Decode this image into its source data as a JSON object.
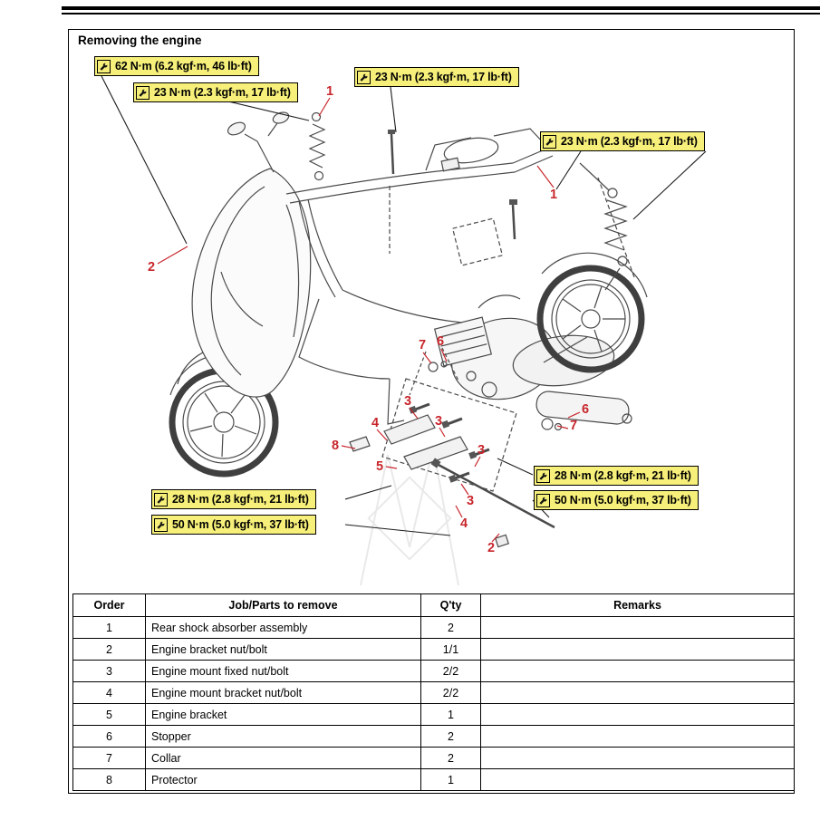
{
  "page": {
    "title": "Removing the engine"
  },
  "icons": {
    "torque": "wrench-icon"
  },
  "callouts": [
    "62 N·m (6.2 kgf·m, 46 lb·ft)",
    "23 N·m (2.3 kgf·m, 17 lb·ft)",
    "23 N·m (2.3 kgf·m, 17 lb·ft)",
    "23 N·m (2.3 kgf·m, 17 lb·ft)",
    "28 N·m (2.8 kgf·m, 21 lb·ft)",
    "50 N·m (5.0 kgf·m, 37 lb·ft)",
    "28 N·m (2.8 kgf·m, 21 lb·ft)",
    "50 N·m (5.0 kgf·m, 37 lb·ft)"
  ],
  "labels": [
    "1",
    "2",
    "1",
    "7",
    "6",
    "3",
    "4",
    "3",
    "8",
    "3",
    "5",
    "6",
    "7",
    "3",
    "4",
    "2"
  ],
  "table": {
    "headers": [
      "Order",
      "Job/Parts to remove",
      "Q'ty",
      "Remarks"
    ],
    "rows": [
      {
        "order": "1",
        "job": "Rear shock absorber assembly",
        "qty": "2",
        "remarks": ""
      },
      {
        "order": "2",
        "job": "Engine bracket nut/bolt",
        "qty": "1/1",
        "remarks": ""
      },
      {
        "order": "3",
        "job": "Engine mount fixed nut/bolt",
        "qty": "2/2",
        "remarks": ""
      },
      {
        "order": "4",
        "job": "Engine mount bracket nut/bolt",
        "qty": "2/2",
        "remarks": ""
      },
      {
        "order": "5",
        "job": "Engine bracket",
        "qty": "1",
        "remarks": ""
      },
      {
        "order": "6",
        "job": "Stopper",
        "qty": "2",
        "remarks": ""
      },
      {
        "order": "7",
        "job": "Collar",
        "qty": "2",
        "remarks": ""
      },
      {
        "order": "8",
        "job": "Protector",
        "qty": "1",
        "remarks": ""
      }
    ]
  }
}
